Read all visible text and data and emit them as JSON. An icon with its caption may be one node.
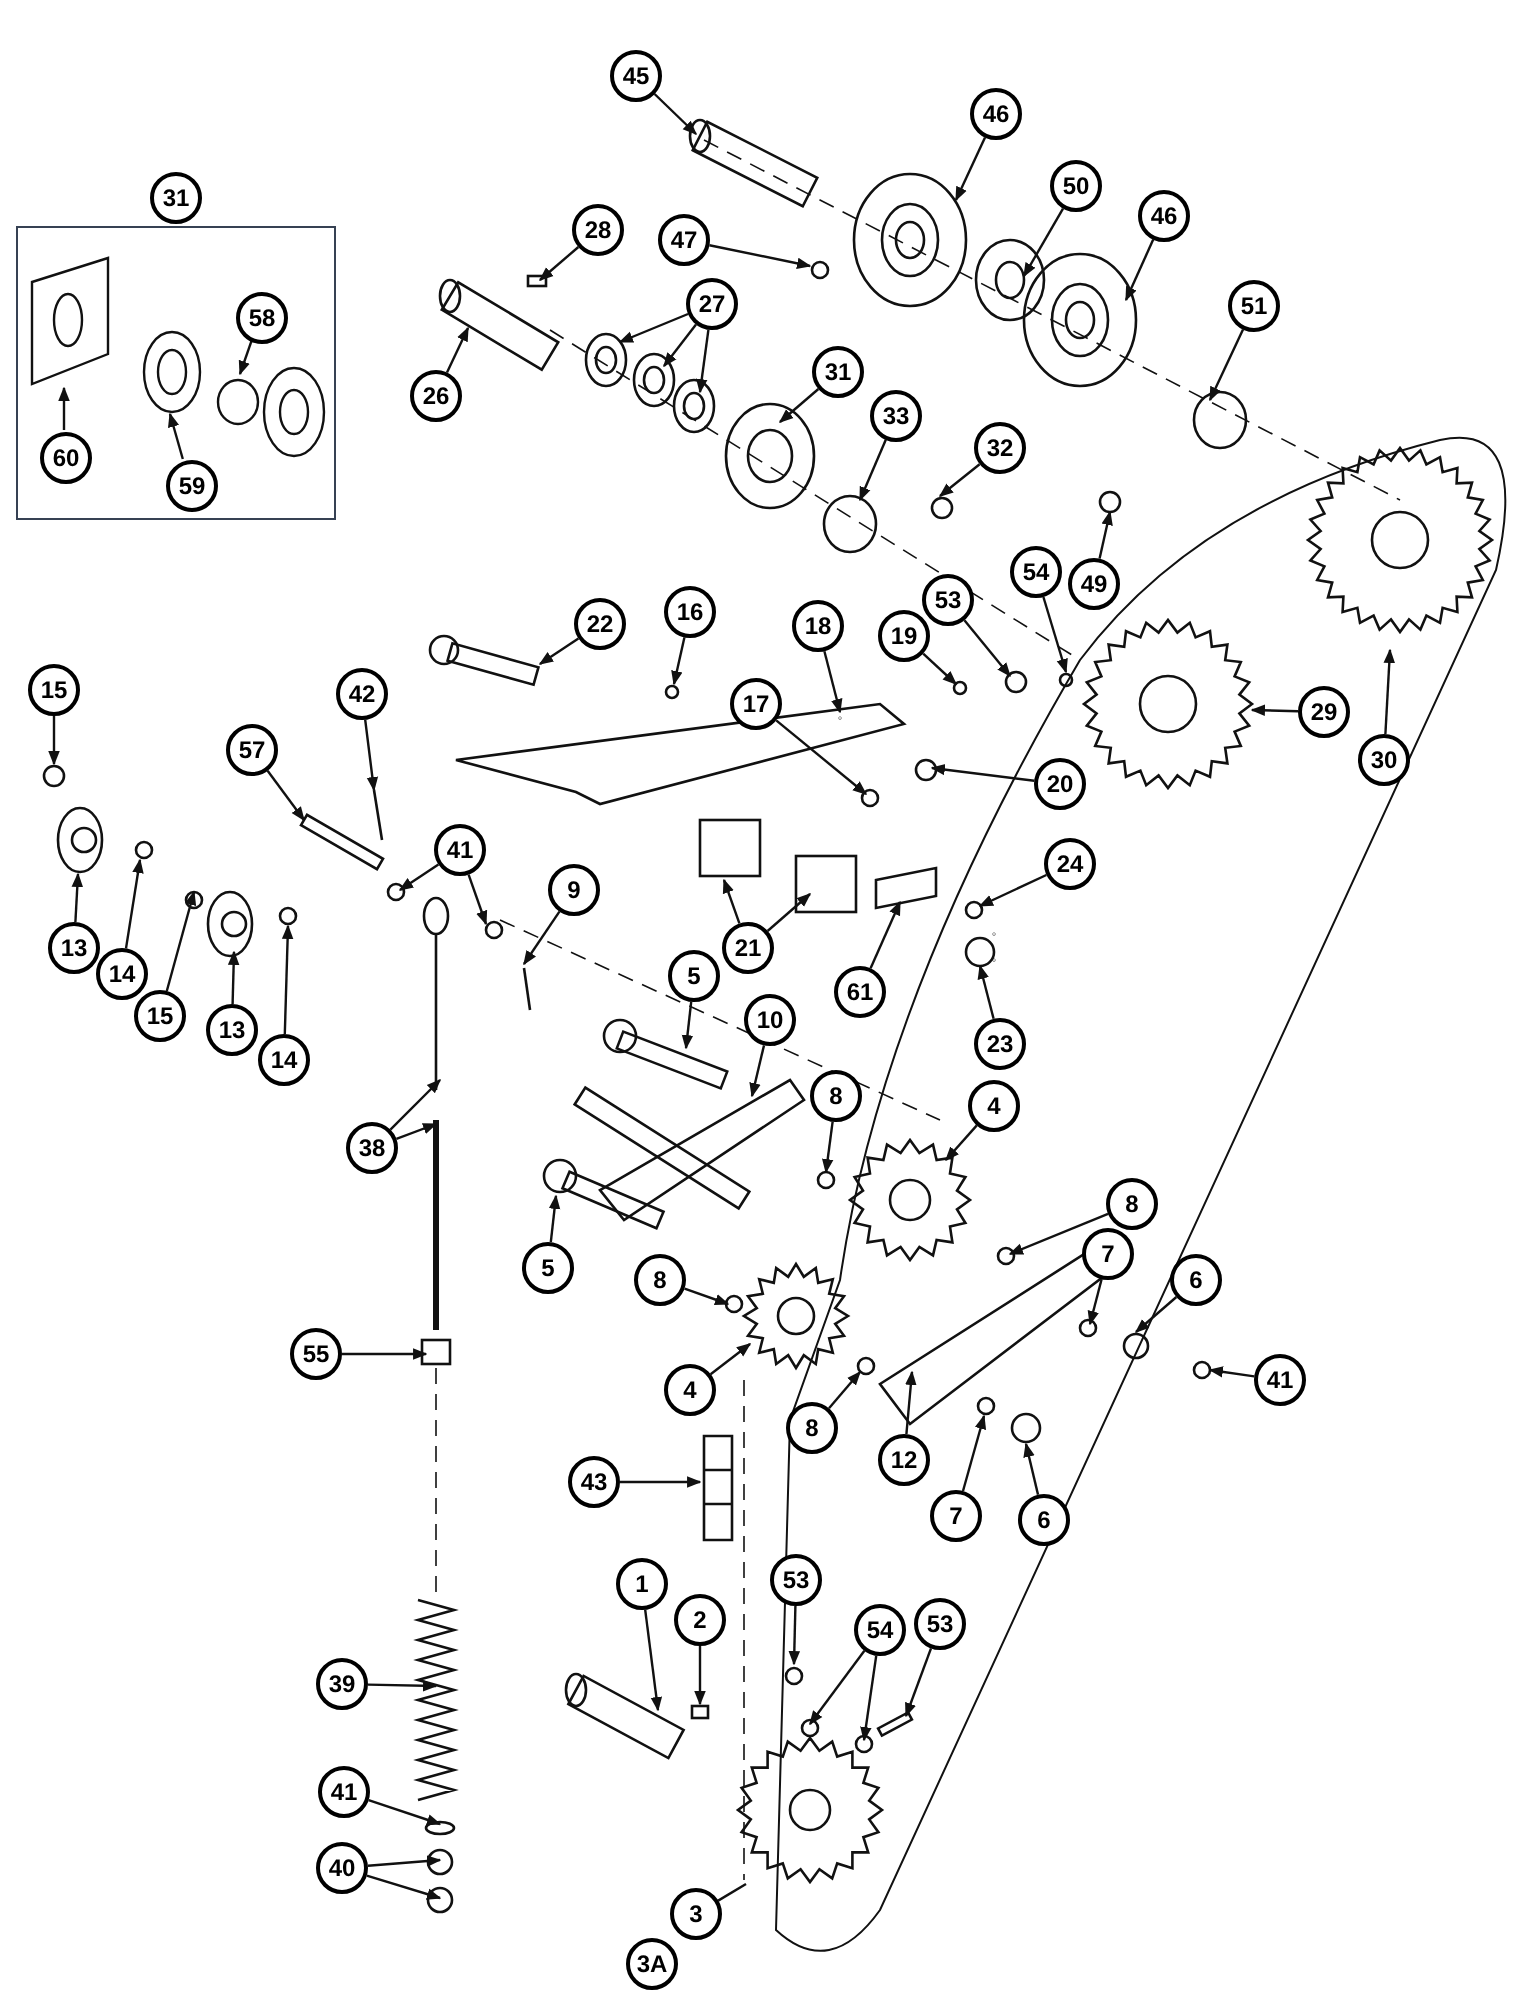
{
  "diagram": {
    "nodes": [
      {
        "text": [
          "31"
        ]
      },
      {
        "text": [],
        "shape": "box"
      },
      {
        "text": [
          "60"
        ],
        "in": 1
      },
      {
        "text": [
          "59"
        ],
        "in": 1
      },
      {
        "text": [
          "58"
        ],
        "in": 1
      },
      {
        "text": [
          "45"
        ]
      },
      {
        "text": [
          "46"
        ]
      },
      {
        "text": [
          "50"
        ]
      },
      {
        "text": [
          "46"
        ]
      },
      {
        "text": [
          "28"
        ]
      },
      {
        "text": [
          "47"
        ]
      },
      {
        "text": [
          "27"
        ]
      },
      {
        "text": [
          "51"
        ]
      },
      {
        "text": [
          "31"
        ]
      },
      {
        "text": [
          "26"
        ]
      },
      {
        "text": [
          "33"
        ]
      },
      {
        "text": [
          "32"
        ]
      },
      {
        "text": [
          "54"
        ]
      },
      {
        "text": [
          "49"
        ]
      },
      {
        "text": [
          "53"
        ]
      },
      {
        "text": [
          "18"
        ]
      },
      {
        "text": [
          "22"
        ]
      },
      {
        "text": [
          "16"
        ]
      },
      {
        "text": [
          "19"
        ]
      },
      {
        "text": [
          "15"
        ]
      },
      {
        "text": [
          "42"
        ]
      },
      {
        "text": [
          "17"
        ]
      },
      {
        "text": [
          "29"
        ]
      },
      {
        "text": [
          "30"
        ]
      },
      {
        "text": [
          "20"
        ]
      },
      {
        "text": [
          "57"
        ]
      },
      {
        "text": [
          "41"
        ]
      },
      {
        "text": [
          "9"
        ]
      },
      {
        "text": [
          "21"
        ]
      },
      {
        "text": [
          "13"
        ]
      },
      {
        "text": [
          "61"
        ]
      },
      {
        "text": [
          "24"
        ]
      },
      {
        "text": [
          "14"
        ]
      },
      {
        "text": [
          "23"
        ]
      },
      {
        "text": [
          "5"
        ]
      },
      {
        "text": [
          "15"
        ]
      },
      {
        "text": [
          "10"
        ]
      },
      {
        "text": [
          "13"
        ]
      },
      {
        "text": [
          "14"
        ]
      },
      {
        "text": [
          "8"
        ]
      },
      {
        "text": [
          "4"
        ]
      },
      {
        "text": [
          "38"
        ]
      },
      {
        "text": [
          "8"
        ]
      },
      {
        "text": [
          "5"
        ]
      },
      {
        "text": [
          "7"
        ]
      },
      {
        "text": [
          "6"
        ]
      },
      {
        "text": [
          "8"
        ]
      },
      {
        "text": [
          "41"
        ]
      },
      {
        "text": [
          "55"
        ]
      },
      {
        "text": [
          "4"
        ]
      },
      {
        "text": [
          "8"
        ]
      },
      {
        "text": [
          "12"
        ]
      },
      {
        "text": [
          "7"
        ]
      },
      {
        "text": [
          "43"
        ]
      },
      {
        "text": [
          "6"
        ]
      },
      {
        "text": [
          "1"
        ]
      },
      {
        "text": [
          "53"
        ]
      },
      {
        "text": [
          "2"
        ]
      },
      {
        "text": [
          "54"
        ]
      },
      {
        "text": [
          "53"
        ]
      },
      {
        "text": [
          "39"
        ]
      },
      {
        "text": [
          "41"
        ]
      },
      {
        "text": [
          "40"
        ]
      },
      {
        "text": [
          "3"
        ]
      },
      {
        "text": [
          "3A"
        ]
      }
    ],
    "edges": [
      {
        "from": 2,
        "to": null,
        "arrow": "to"
      },
      {
        "from": 3,
        "to": null,
        "arrow": "to"
      },
      {
        "from": 4,
        "to": null,
        "arrow": "to"
      },
      {
        "from": 5,
        "to": null,
        "arrow": "to"
      },
      {
        "from": 6,
        "to": null,
        "arrow": "to"
      },
      {
        "from": 7,
        "to": null,
        "arrow": "to"
      },
      {
        "from": 8,
        "to": null,
        "arrow": "to"
      },
      {
        "from": 9,
        "to": null,
        "arrow": "to"
      },
      {
        "from": 10,
        "to": null,
        "arrow": "to"
      },
      {
        "from": 11,
        "to": null,
        "arrow": "to"
      },
      {
        "from": 11,
        "to": null,
        "arrow": "to"
      },
      {
        "from": 11,
        "to": null,
        "arrow": "to"
      },
      {
        "from": 12,
        "to": null,
        "arrow": "to"
      },
      {
        "from": 13,
        "to": null,
        "arrow": "to"
      },
      {
        "from": 14,
        "to": null,
        "arrow": "to"
      },
      {
        "from": 15,
        "to": null,
        "arrow": "to"
      },
      {
        "from": 16,
        "to": null,
        "arrow": "to"
      },
      {
        "from": 17,
        "to": null,
        "arrow": "to"
      },
      {
        "from": 18,
        "to": null,
        "arrow": "to"
      },
      {
        "from": 19,
        "to": null,
        "arrow": "to"
      },
      {
        "from": 20,
        "to": null,
        "arrow": "to"
      },
      {
        "from": 21,
        "to": null,
        "arrow": "to"
      },
      {
        "from": 22,
        "to": null,
        "arrow": "to"
      },
      {
        "from": 23,
        "to": null,
        "arrow": "to"
      },
      {
        "from": 24,
        "to": null,
        "arrow": "to"
      },
      {
        "from": 25,
        "to": null,
        "arrow": "to"
      },
      {
        "from": 26,
        "to": null,
        "arrow": "to"
      },
      {
        "from": 27,
        "to": null,
        "arrow": "to"
      },
      {
        "from": 28,
        "to": null,
        "arrow": "to"
      },
      {
        "from": 29,
        "to": null,
        "arrow": "to"
      },
      {
        "from": 30,
        "to": null,
        "arrow": "to"
      },
      {
        "from": 31,
        "to": null,
        "arrow": "to"
      },
      {
        "from": 31,
        "to": null,
        "arrow": "to"
      },
      {
        "from": 32,
        "to": null,
        "arrow": "to"
      },
      {
        "from": 33,
        "to": null,
        "arrow": "to"
      },
      {
        "from": 33,
        "to": null,
        "arrow": "to"
      },
      {
        "from": 34,
        "to": null,
        "arrow": "to"
      },
      {
        "from": 35,
        "to": null,
        "arrow": "to"
      },
      {
        "from": 36,
        "to": null,
        "arrow": "to"
      },
      {
        "from": 37,
        "to": null,
        "arrow": "to"
      },
      {
        "from": 38,
        "to": null,
        "arrow": "to"
      },
      {
        "from": 39,
        "to": null,
        "arrow": "to"
      },
      {
        "from": 40,
        "to": null,
        "arrow": "to"
      },
      {
        "from": 41,
        "to": null,
        "arrow": "to"
      },
      {
        "from": 42,
        "to": null,
        "arrow": "to"
      },
      {
        "from": 43,
        "to": null,
        "arrow": "to"
      },
      {
        "from": 44,
        "to": null,
        "arrow": "to"
      },
      {
        "from": 45,
        "to": null,
        "arrow": "to"
      },
      {
        "from": 46,
        "to": null,
        "arrow": "to"
      },
      {
        "from": 46,
        "to": null,
        "arrow": "to"
      },
      {
        "from": 47,
        "to": null,
        "arrow": "to"
      },
      {
        "from": 48,
        "to": null,
        "arrow": "to"
      },
      {
        "from": 49,
        "to": null,
        "arrow": "to"
      },
      {
        "from": 50,
        "to": null,
        "arrow": "to"
      },
      {
        "from": 51,
        "to": null,
        "arrow": "to"
      },
      {
        "from": 52,
        "to": null,
        "arrow": "to"
      },
      {
        "from": 53,
        "to": null,
        "arrow": "to"
      },
      {
        "from": 54,
        "to": null,
        "arrow": "to"
      },
      {
        "from": 55,
        "to": null,
        "arrow": "to"
      },
      {
        "from": 56,
        "to": null,
        "arrow": "to"
      },
      {
        "from": 57,
        "to": null,
        "arrow": "to"
      },
      {
        "from": 58,
        "to": null,
        "arrow": "to"
      },
      {
        "from": 59,
        "to": null,
        "arrow": "to"
      },
      {
        "from": 60,
        "to": null,
        "arrow": "to"
      },
      {
        "from": 61,
        "to": null,
        "arrow": "to"
      },
      {
        "from": 62,
        "to": null,
        "arrow": "to"
      },
      {
        "from": 63,
        "to": null,
        "arrow": "to"
      },
      {
        "from": 63,
        "to": null,
        "arrow": "to"
      },
      {
        "from": 64,
        "to": null,
        "arrow": "to"
      },
      {
        "from": 65,
        "to": null,
        "arrow": "to"
      },
      {
        "from": 66,
        "to": null,
        "arrow": "to"
      },
      {
        "from": 67,
        "to": null,
        "arrow": "to"
      },
      {
        "from": 67,
        "to": null,
        "arrow": "to"
      },
      {
        "from": 68,
        "to": null,
        "arrow": "none"
      }
    ]
  }
}
